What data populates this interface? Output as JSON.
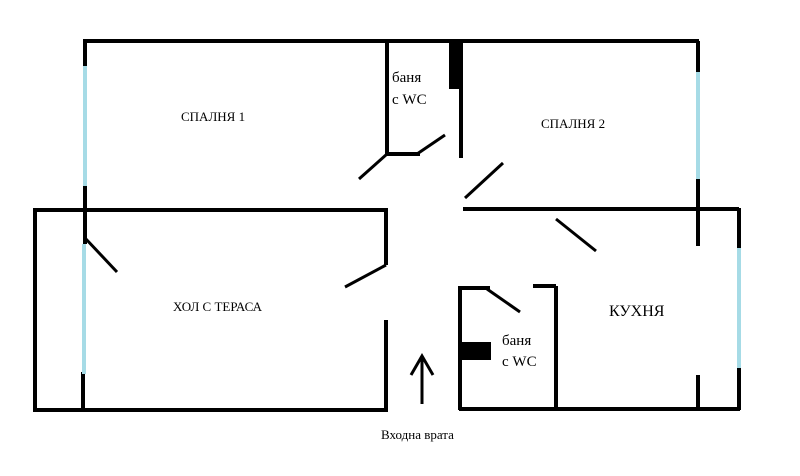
{
  "rooms": {
    "bedroom1": "СПАЛНЯ 1",
    "bedroom2": "СПАЛНЯ 2",
    "hall": "ХОЛ С ТЕРАСА",
    "kitchen": "КУХНЯ",
    "bath_top_line1": "баня",
    "bath_top_line2": "с WC",
    "bath_bottom_line1": "баня",
    "bath_bottom_line2": "с WC"
  },
  "entrance": "Входна врата",
  "colors": {
    "wall": "#000000",
    "window": "#a6dbe6",
    "background": "#ffffff"
  }
}
